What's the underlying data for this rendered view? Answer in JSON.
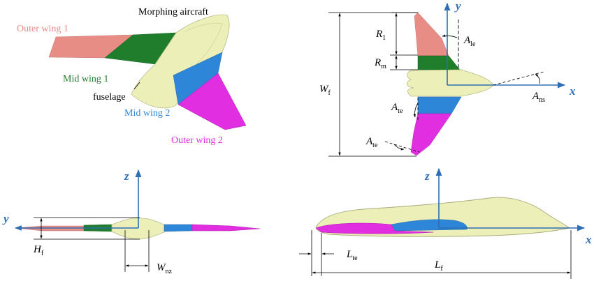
{
  "colors": {
    "outer_wing_1": "#e88c86",
    "mid_wing_1": "#1f7e2b",
    "fuselage": "#ecefb8",
    "mid_wing_2": "#2e86d8",
    "outer_wing_2": "#e02ee0",
    "axis": "#2d6eb5",
    "dim": "#000000"
  },
  "labels": {
    "title": "Morphing aircraft",
    "outer_wing_1": "Outer wing 1",
    "mid_wing_1": "Mid wing 1",
    "fuselage": "fuselage",
    "mid_wing_2": "Mid wing 2",
    "outer_wing_2": "Outer wing 2"
  },
  "axes": {
    "x": "x",
    "y": "y",
    "z": "z"
  },
  "dimensions": {
    "R1": {
      "sym": "R",
      "sub": "1"
    },
    "Rm": {
      "sym": "R",
      "sub": "m"
    },
    "Wf": {
      "sym": "W",
      "sub": "f"
    },
    "Ale": {
      "sym": "A",
      "sub": "le"
    },
    "Ans": {
      "sym": "A",
      "sub": "ns"
    },
    "Ate1": {
      "sym": "A",
      "sub": "te"
    },
    "Ate2": {
      "sym": "A",
      "sub": "te"
    },
    "Hf": {
      "sym": "H",
      "sub": "f"
    },
    "Wnz": {
      "sym": "W",
      "sub": "nz"
    },
    "Lte": {
      "sym": "L",
      "sub": "te"
    },
    "Lf": {
      "sym": "L",
      "sub": "f"
    }
  }
}
